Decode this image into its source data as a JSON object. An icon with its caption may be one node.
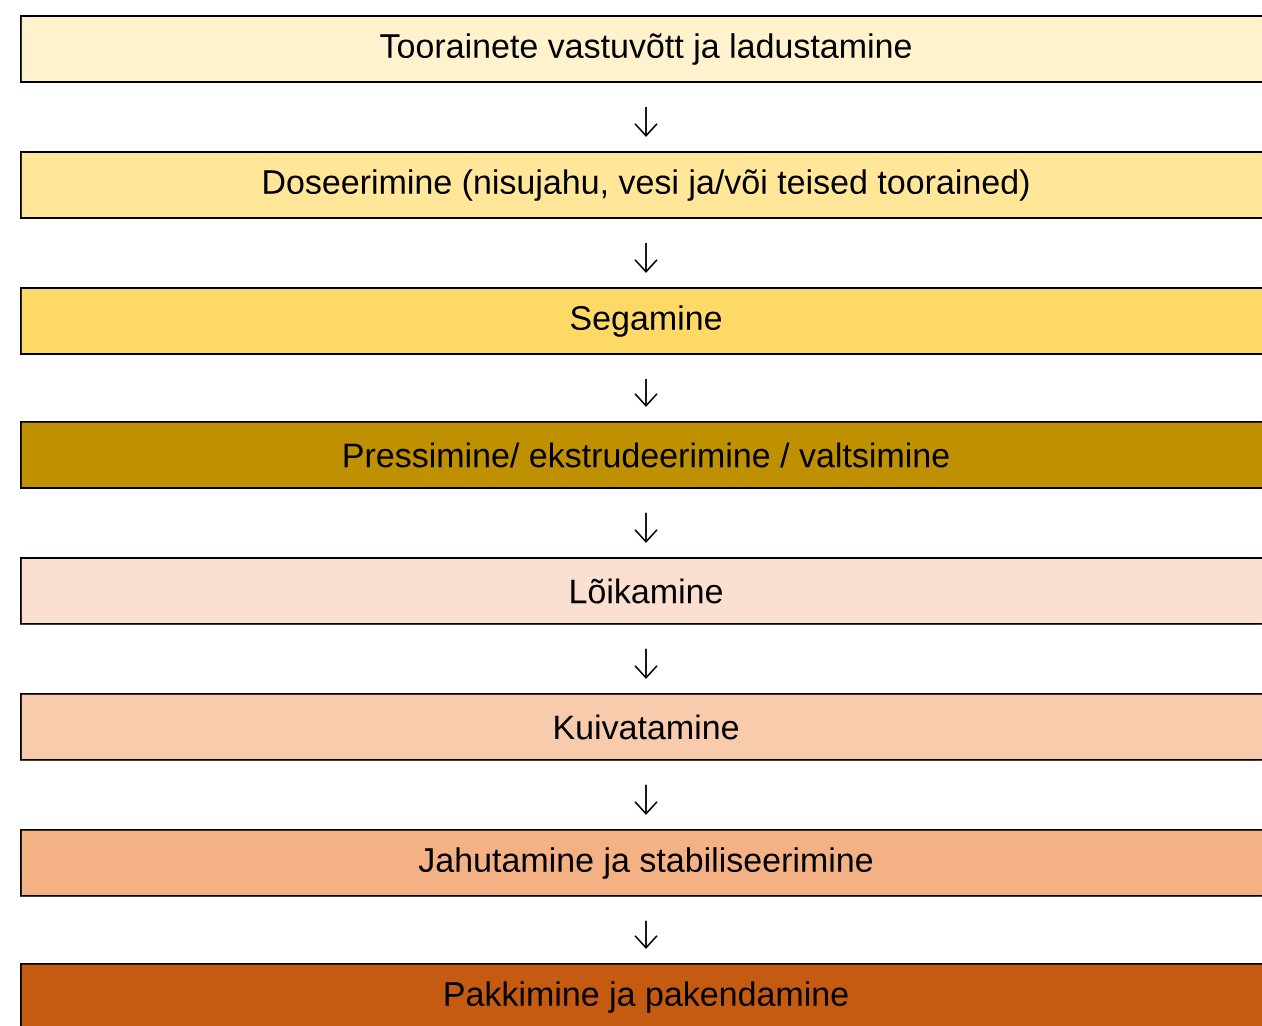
{
  "diagram": {
    "nodes": [
      {
        "text": [
          "Toorainete vastuvõtt ja ladustamine"
        ]
      },
      {
        "text": [
          "Doseerimine (nisujahu, vesi ja/või teised toorained)"
        ]
      },
      {
        "text": [
          "Segamine"
        ]
      },
      {
        "text": [
          "Pressimine/ ekstrudeerimine / valtsimine"
        ]
      },
      {
        "text": [
          "Lõikamine"
        ]
      },
      {
        "text": [
          "Kuivatamine"
        ]
      },
      {
        "text": [
          "Jahutamine ja stabiliseerimine"
        ]
      },
      {
        "text": [
          "Pakkimine ja pakendamine"
        ]
      }
    ],
    "edges": [
      {
        "from": 0,
        "to": 1,
        "arrow": "to"
      },
      {
        "from": 1,
        "to": 2,
        "arrow": "to"
      },
      {
        "from": 2,
        "to": 3,
        "arrow": "to"
      },
      {
        "from": 3,
        "to": 4,
        "arrow": "to"
      },
      {
        "from": 4,
        "to": 5,
        "arrow": "to"
      },
      {
        "from": 5,
        "to": 6,
        "arrow": "to"
      },
      {
        "from": 6,
        "to": 7,
        "arrow": "to"
      }
    ]
  }
}
